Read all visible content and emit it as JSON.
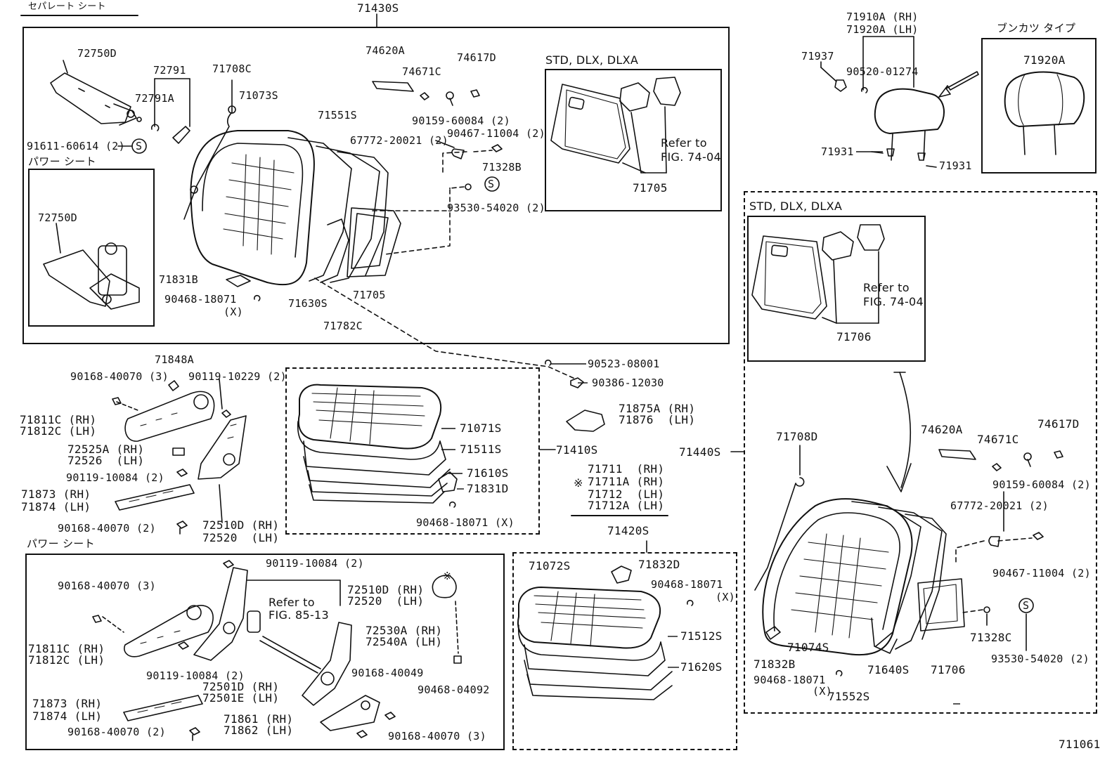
{
  "header": "セパレート シート",
  "figure_number": "711061",
  "groups": {
    "upper_left_assembly": "71430S",
    "seat_cushion": "71410S",
    "power_cushion": "71420S",
    "rear_assembly": "71440S"
  },
  "sub_headings": {
    "power_seat_top": "パワー シート",
    "power_seat_bottom": "パワー シート",
    "std_dlx_top": "STD, DLX, DLXA",
    "std_dlx_right": "STD, DLX, DLXA",
    "bunkatsu_type": "ブンカツ タイプ",
    "refer_74_top_1": "Refer to",
    "refer_74_top_2": "FIG. 74-04",
    "refer_74_right_1": "Refer to",
    "refer_74_right_2": "FIG. 74-04",
    "refer_85_1": "Refer to",
    "refer_85_2": "FIG. 85-13"
  },
  "labels": {
    "p72750D_a": "72750D",
    "p72791": "72791",
    "p72791A": "72791A",
    "p71708C": "71708C",
    "p71073S": "71073S",
    "p91611": "91611-60614 (2)",
    "p72750D_b": "72750D",
    "p74620A_a": "74620A",
    "p74617D_a": "74617D",
    "p74671C_a": "74671C",
    "p71551S": "71551S",
    "p90159_a": "90159-60084 (2)",
    "p67772_a": "67772-20021 (2)",
    "p90467_a": "90467-11004 (2)",
    "p71328B": "71328B",
    "p93530_a": "93530-54020 (2)",
    "p71705_a": "71705",
    "p71705_b": "71705",
    "p71831B": "71831B",
    "p90468_a": "90468-18071",
    "p90468_ax": "(X)",
    "p71630S": "71630S",
    "p71782C": "71782C",
    "p71910A": "71910A (RH)",
    "p71920A_lh": "71920A (LH)",
    "p71937": "71937",
    "p90520": "90520-01274",
    "p71931_a": "71931",
    "p71931_b": "71931",
    "p71920A": "71920A",
    "p71706_a": "71706",
    "p71848A": "71848A",
    "p90168_a": "90168-40070 (3)",
    "p90119_a": "90119-10229 (2)",
    "p71811C_a": "71811C (RH)",
    "p71812C_a": "71812C (LH)",
    "p72525A": "72525A (RH)",
    "p72526": "72526  (LH)",
    "p90119_b": "90119-10084 (2)",
    "p71873_a": "71873 (RH)",
    "p71874_a": "71874 (LH)",
    "p90168_b": "90168-40070 (2)",
    "p72510D_a": "72510D (RH)",
    "p72520_a": "72520  (LH)",
    "p71071S": "71071S",
    "p71511S": "71511S",
    "p71610S": "71610S",
    "p71831D": "71831D",
    "p90468_b": "90468-18071 (X)",
    "p90523": "90523-08001",
    "p90386": "90386-12030",
    "p71875A": "71875A (RH)",
    "p71876": "71876  (LH)",
    "p71711": "71711  (RH)",
    "p71711A": "71711A (RH)",
    "p71712": "71712  (LH)",
    "p71712A": "71712A (LH)",
    "asterisk_mark": "※",
    "p90119_c": "90119-10084 (2)",
    "p90168_c": "90168-40070 (3)",
    "p72510D_b": "72510D (RH)",
    "p72520_b": "72520  (LH)",
    "p72530A": "72530A (RH)",
    "p72540A": "72540A (LH)",
    "p71811C_b": "71811C (RH)",
    "p71812C_b": "71812C (LH)",
    "p90119_d": "90119-10084 (2)",
    "p72501D": "72501D (RH)",
    "p72501E": "72501E (LH)",
    "p90168_d": "90168-40049",
    "p90468_c": "90468-04092",
    "p71873_b": "71873 (RH)",
    "p71874_b": "71874 (LH)",
    "p71861": "71861 (RH)",
    "p71862": "71862 (LH)",
    "p90168_e": "90168-40070 (2)",
    "p90168_f": "90168-40070 (3)",
    "p71072S": "71072S",
    "p71832D": "71832D",
    "p90468_d": "90468-18071",
    "p90468_dx": "(X)",
    "p71512S": "71512S",
    "p71620S": "71620S",
    "p71708D": "71708D",
    "p74620A_b": "74620A",
    "p74671C_b": "74671C",
    "p74617D_b": "74617D",
    "p90159_b": "90159-60084 (2)",
    "p67772_b": "67772-20021 (2)",
    "p90467_b": "90467-11004 (2)",
    "p71328C": "71328C",
    "p93530_b": "93530-54020 (2)",
    "p71832B": "71832B",
    "p90468_e": "90468-18071",
    "p90468_ex": "(X)",
    "p71074S": "71074S",
    "p71552S": "71552S",
    "p71640S": "71640S",
    "p71706_b": "71706",
    "s_mark": "S"
  }
}
